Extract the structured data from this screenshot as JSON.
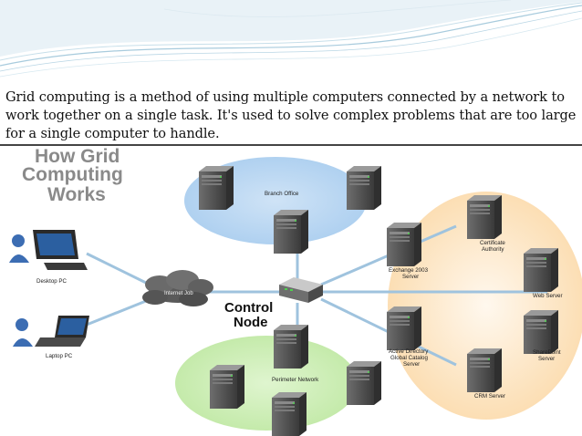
{
  "intro_text": "Grid computing is a method of using multiple computers connected by a network to work together on a single task. It's used to solve complex problems that are too large for a single computer to handle.",
  "diagram": {
    "title_line1": "How Grid",
    "title_line2": "Computing",
    "title_line3": "Works",
    "control_line1": "Control",
    "control_line2": "Node",
    "internet_label": "Internet Job",
    "labels": {
      "branch_office": "Branch Office",
      "perimeter_network": "Perimeter Network",
      "desktop_pc": "Desktop PC",
      "laptop_pc": "Laptop PC",
      "cert_line1": "Certificate",
      "cert_line2": "Authority",
      "exchange_line1": "Exchange 2003",
      "exchange_line2": "Server",
      "web_server": "Web Server",
      "ad_line1": "Active Directory",
      "ad_line2": "Global Catalog",
      "ad_line3": "Server",
      "sharepoint_line1": "SharePoint",
      "sharepoint_line2": "Server",
      "crm_server": "CRM Server"
    },
    "colors": {
      "branch_zone": "#a9cdef",
      "perimeter_zone": "#bfe8a3",
      "server_zone": "#fbd9a8",
      "link": "#9fc3de"
    }
  }
}
